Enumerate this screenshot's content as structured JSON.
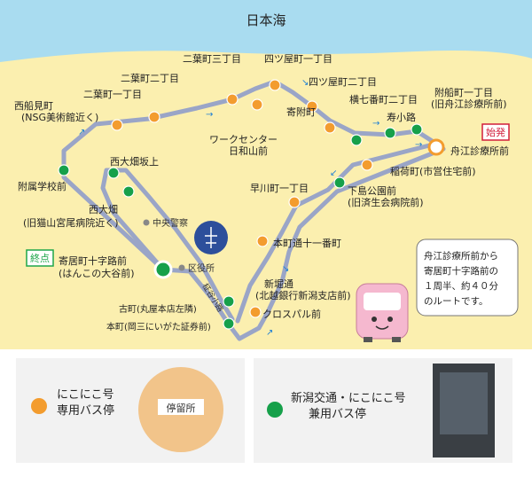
{
  "sea_label": "日本海",
  "colors": {
    "sea": "#a9dcf0",
    "land": "#fbefaf",
    "route": "#9aa5c7",
    "orange_stop": "#f39c2e",
    "green_stop": "#16a04a",
    "start_badge": "#d21f3c",
    "end_badge": "#1fa64a"
  },
  "badges": {
    "start": "始発",
    "end": "終点"
  },
  "stops": {
    "nishi_funamiguchi": "西船見町\n(NSG美術館近く)",
    "futaba1": "二葉町一丁目",
    "futaba2": "二葉町二丁目",
    "futaba3": "二葉町三丁目",
    "yotsuya1": "四ツ屋町一丁目",
    "yotsuya2": "四ツ屋町二丁目",
    "yorii": "寄附町",
    "yokoshichi2": "横七番町二丁目",
    "kotobukikoji": "寿小路",
    "fusen1": "附船町一丁目\n(旧舟江診療所前)",
    "funae": "舟江診療所前",
    "inari": "稲荷町(市営住宅前)",
    "shimoshima": "下島公園前\n(旧済生会病院前)",
    "hayakawa1": "早川町一丁目",
    "worklife": "ワークセンター\n日和山前",
    "honcho11": "本町通十一番町",
    "nishiohata_saka": "西大畑坂上",
    "fuzoku": "附属学校前",
    "nishiohata": "西大畑\n(旧猫山宮尾病院近く)",
    "yoriicho_cross": "寄居町十字路前\n(はんこの大谷前)",
    "shinbori": "新堀通\n(北越銀行新潟支店前)",
    "furumachi": "古町(丸屋本店左隣)",
    "honcho": "本町(岡三にいがた証券前)",
    "crosspal": "クロスパル前"
  },
  "landmarks": {
    "police": "中央警察",
    "ward_office": "区役所",
    "hakusan_road": "柾谷小路"
  },
  "callout": "舟江診療所前から\n寄居町十字路前の\n１周半、約４０分\nのルートです。",
  "legend": {
    "orange_label": "にこにこ号\n専用バス停",
    "green_label": "新潟交通・にこにこ号\n兼用バス停",
    "sign_text": "停留所"
  }
}
